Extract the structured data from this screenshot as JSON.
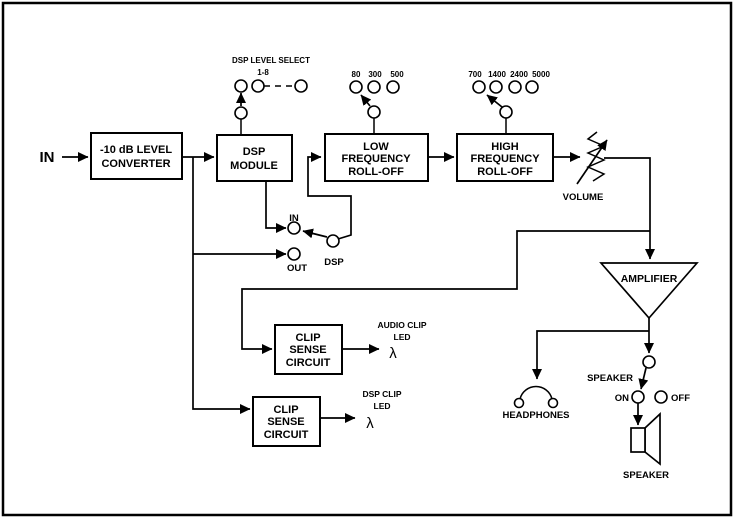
{
  "diagram": {
    "input_label": "IN",
    "blocks": {
      "level_converter": [
        "-10 dB LEVEL",
        "CONVERTER"
      ],
      "dsp_module": [
        "DSP",
        "MODULE"
      ],
      "lf_rolloff": [
        "LOW",
        "FREQUENCY",
        "ROLL-OFF"
      ],
      "hf_rolloff": [
        "HIGH",
        "FREQUENCY",
        "ROLL-OFF"
      ],
      "clip_sense_audio": [
        "CLIP",
        "SENSE",
        "CIRCUIT"
      ],
      "clip_sense_dsp": [
        "CLIP",
        "SENSE",
        "CIRCUIT"
      ]
    },
    "dsp_level_select": {
      "title": "DSP LEVEL SELECT",
      "range": "1-8"
    },
    "lf_frequencies": [
      "80",
      "300",
      "500"
    ],
    "hf_frequencies": [
      "700",
      "1400",
      "2400",
      "5000"
    ],
    "io_switch": {
      "in": "IN",
      "out": "OUT",
      "dsp": "DSP"
    },
    "volume_label": "VOLUME",
    "amplifier_label": "AMPLIFIER",
    "audio_clip_led": {
      "line1": "AUDIO CLIP",
      "line2": "LED"
    },
    "dsp_clip_led": {
      "line1": "DSP CLIP",
      "line2": "LED"
    },
    "led_symbol": "λ",
    "headphones_label": "HEADPHONES",
    "speaker_switch": {
      "label": "SPEAKER",
      "on": "ON",
      "off": "OFF"
    },
    "speaker_label": "SPEAKER"
  }
}
